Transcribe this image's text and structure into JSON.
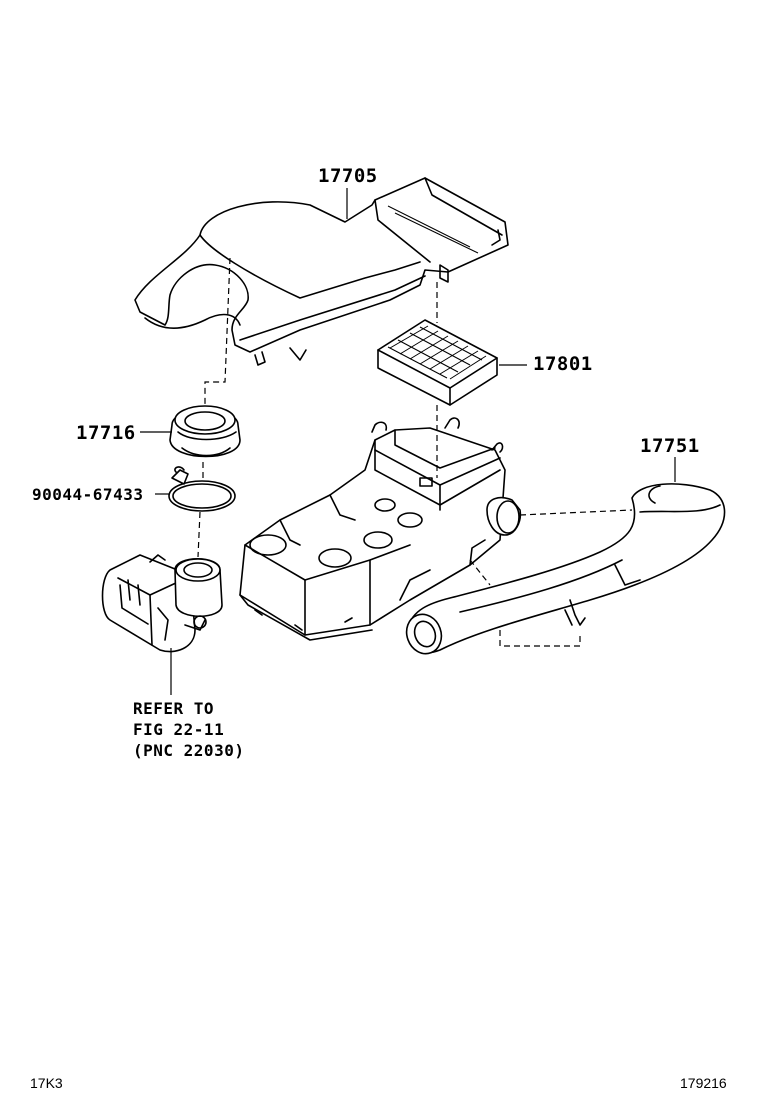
{
  "parts": {
    "cover": "17705",
    "filter": "17801",
    "hose": "17751",
    "connector": "17716",
    "clamp": "90044-67433"
  },
  "reference": {
    "line1": "REFER TO",
    "line2": "FIG 22-11",
    "line3": "(PNC 22030)"
  },
  "footer": {
    "left_code": "17K3",
    "right_code": "179216"
  }
}
